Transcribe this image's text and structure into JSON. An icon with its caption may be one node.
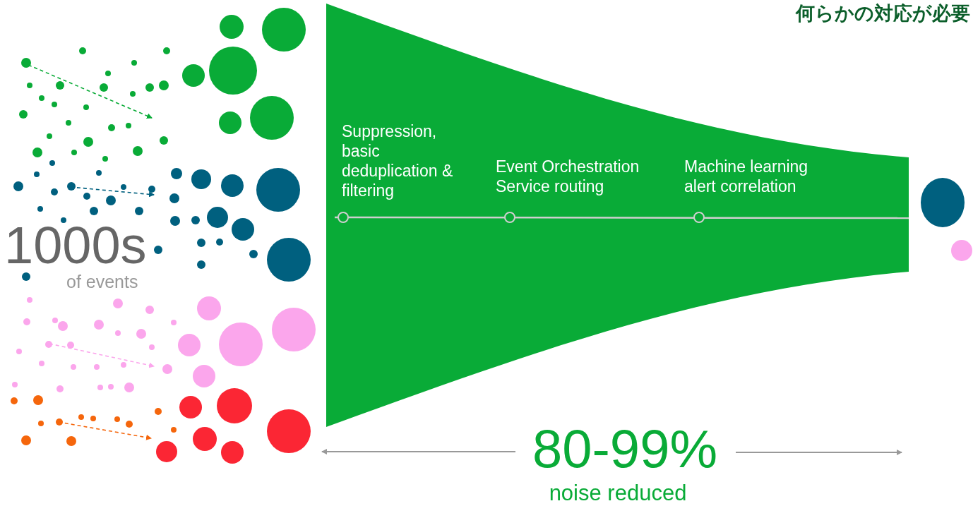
{
  "diagram": {
    "title": "何らかの対応が必要",
    "nodes": [
      {
        "text": [
          "Suppression, basic deduplication & filtering",
          "Event Orchestration Service routing",
          "Machine learning alert correlation"
        ]
      }
    ],
    "edges": [],
    "labels": [
      "1000s",
      "of events",
      "80-99%",
      "noise reduced"
    ]
  }
}
